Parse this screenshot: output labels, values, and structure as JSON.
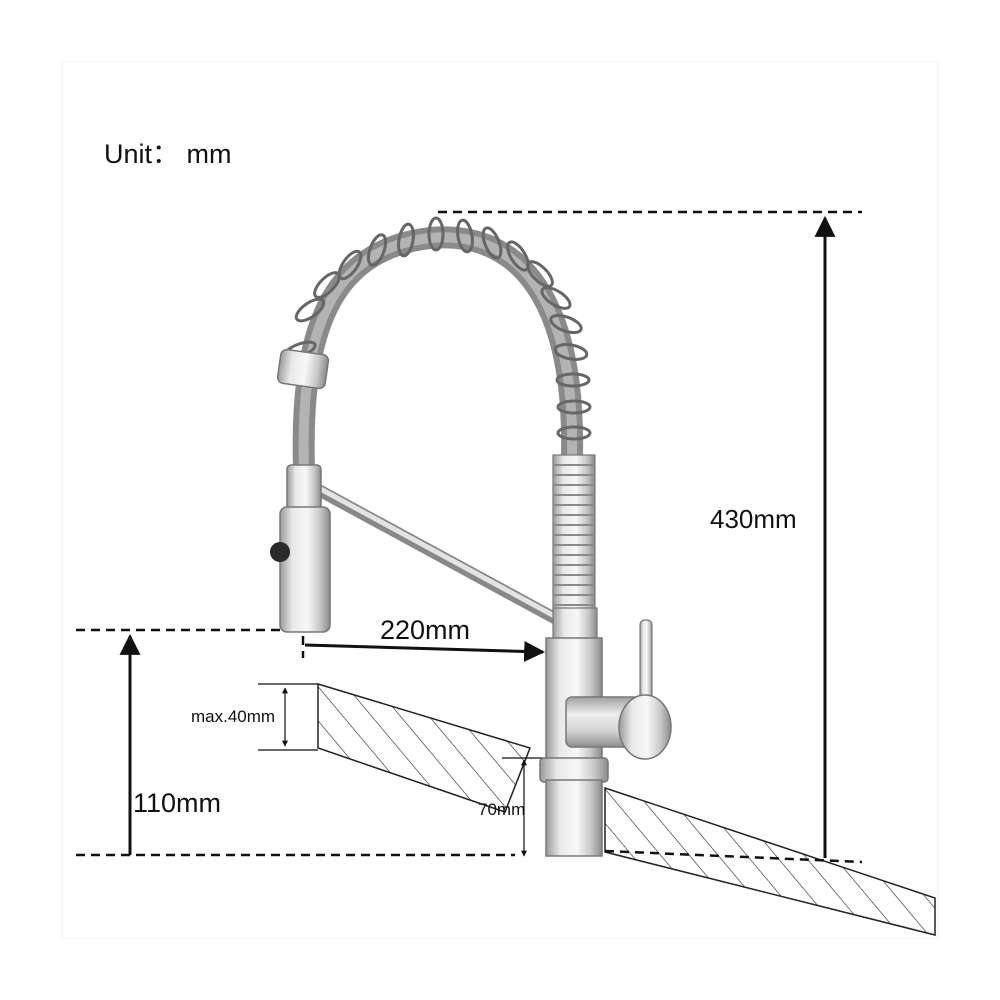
{
  "unit_label": "Unit： mm",
  "dimensions": {
    "total_height": "430mm",
    "spout_reach": "220mm",
    "spout_height": "110mm",
    "max_deck_thickness": "max.40mm",
    "base_height": "70mm"
  },
  "colors": {
    "line": "#111111",
    "steel_light": "#e6e6e6",
    "steel_mid": "#c4c4c4",
    "steel_dark": "#8e8e8e",
    "hose": "#7a7a7a"
  },
  "icons": [
    "faucet-illustration",
    "spring-coil",
    "spray-head",
    "lever-handle"
  ]
}
